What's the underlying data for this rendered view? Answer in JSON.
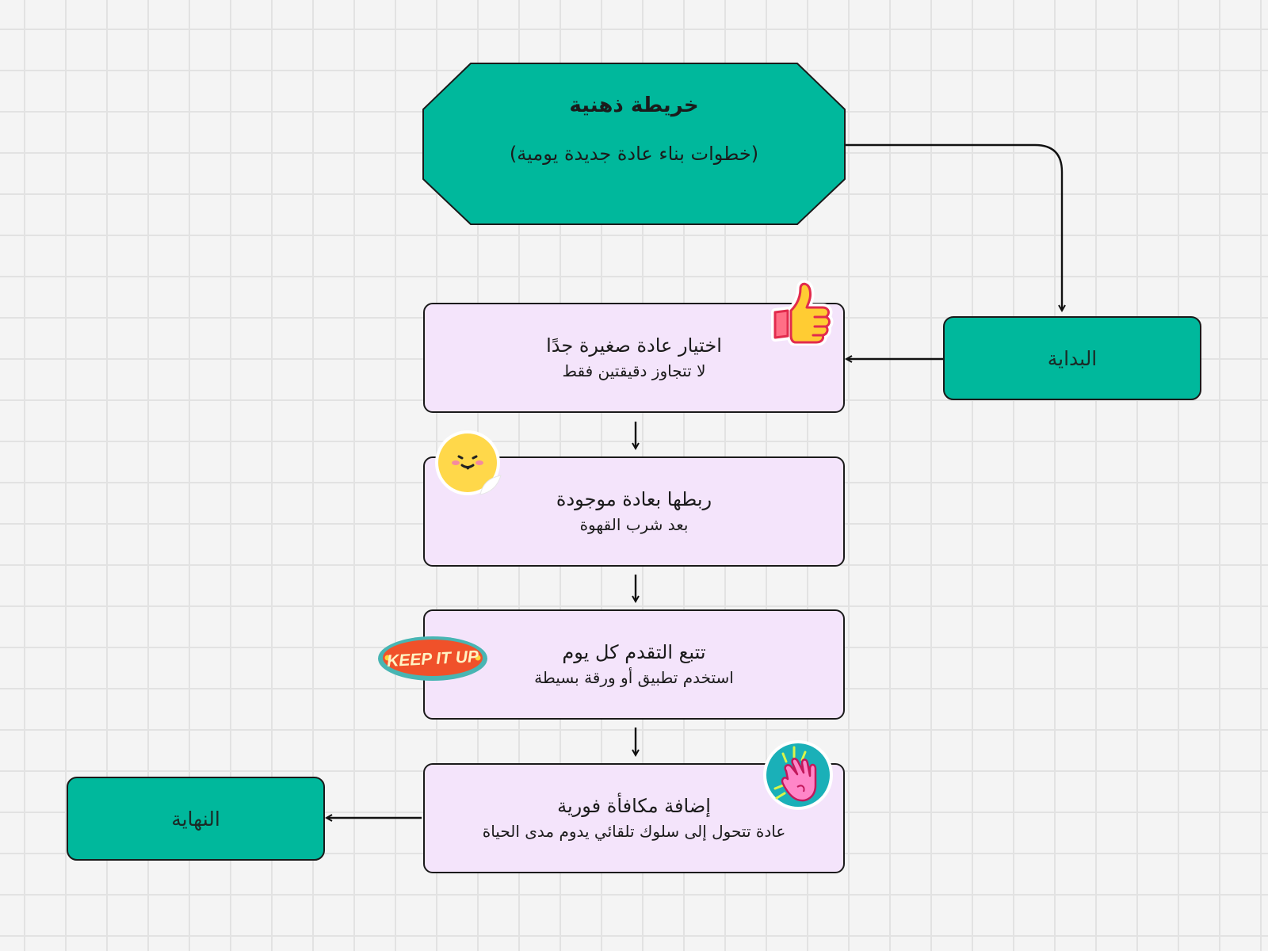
{
  "title": {
    "heading": "خريطة ذهنية",
    "subtitle": "(خطوات بناء عادة جديدة يومية)"
  },
  "start": {
    "label": "البداية"
  },
  "end": {
    "label": "النهاية"
  },
  "steps": [
    {
      "title": "اختيار عادة صغيرة جدًا",
      "subtitle": "لا تتجاوز دقيقتين فقط"
    },
    {
      "title": "ربطها بعادة موجودة",
      "subtitle": "بعد شرب القهوة"
    },
    {
      "title": "تتبع التقدم كل يوم",
      "subtitle": "استخدم تطبيق أو ورقة بسيطة"
    },
    {
      "title": "إضافة مكافأة فورية",
      "subtitle": "عادة تتحول إلى سلوك تلقائي يدوم مدى الحياة"
    }
  ],
  "stickers": {
    "keep_it_up": "KEEP IT UP"
  },
  "colors": {
    "teal": "#00b89c",
    "step_fill": "#f4e4fb",
    "outline": "#1a1a1a"
  }
}
